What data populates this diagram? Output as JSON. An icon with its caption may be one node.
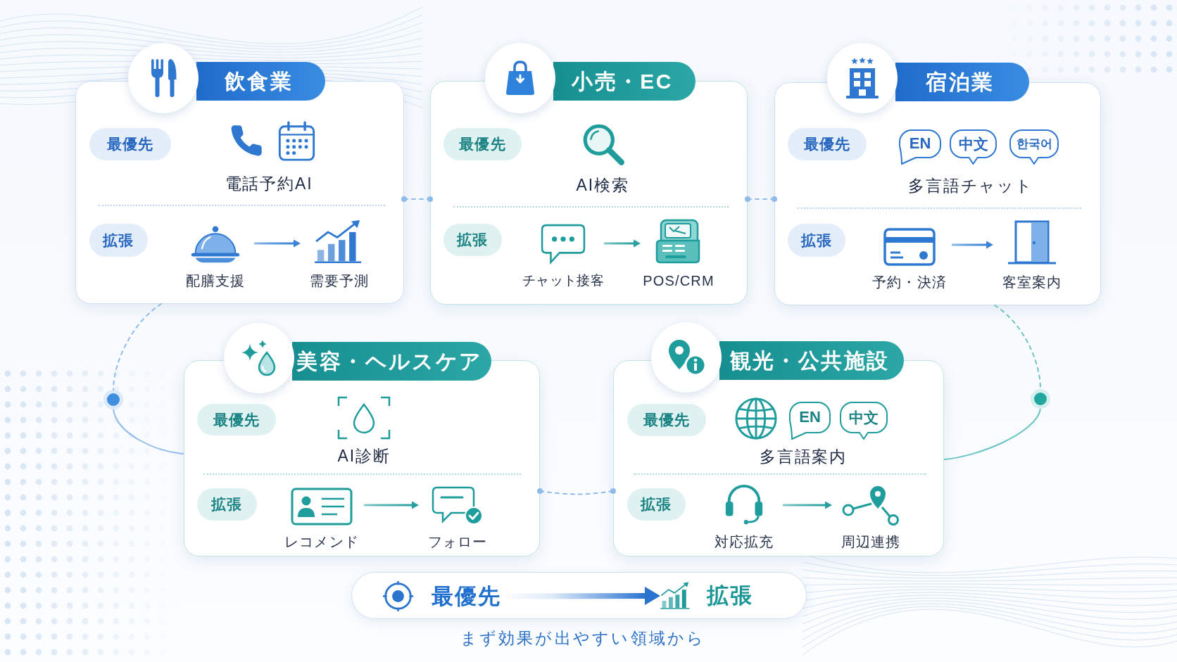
{
  "diagram": {
    "nodes": [
      {
        "text": [
          "飲食業",
          "電話予約AI"
        ]
      },
      {
        "text": [
          "最優先"
        ],
        "in": 0
      },
      {
        "text": [
          "拡張"
        ],
        "in": 0
      },
      {
        "text": [
          "配膳支援"
        ],
        "in": 0
      },
      {
        "text": [
          "需要予測"
        ],
        "in": 0
      },
      {
        "text": [
          "小売・EC",
          "AI検索"
        ]
      },
      {
        "text": [
          "最優先"
        ],
        "in": 5
      },
      {
        "text": [
          "拡張"
        ],
        "in": 5
      },
      {
        "text": [
          "チャット接客"
        ],
        "in": 5
      },
      {
        "text": [
          "POS/CRM"
        ],
        "in": 5
      },
      {
        "text": [
          "宿泊業",
          "多言語チャット"
        ]
      },
      {
        "text": [
          "最優先"
        ],
        "in": 10
      },
      {
        "text": [
          "EN"
        ],
        "in": 10
      },
      {
        "text": [
          "中文"
        ],
        "in": 10
      },
      {
        "text": [
          "한국어"
        ],
        "in": 10
      },
      {
        "text": [
          "拡張"
        ],
        "in": 10
      },
      {
        "text": [
          "予約・決済"
        ],
        "in": 10
      },
      {
        "text": [
          "客室案内"
        ],
        "in": 10
      },
      {
        "text": [
          "美容・ヘルスケア",
          "AI診断"
        ]
      },
      {
        "text": [
          "最優先"
        ],
        "in": 18
      },
      {
        "text": [
          "拡張"
        ],
        "in": 18
      },
      {
        "text": [
          "レコメンド"
        ],
        "in": 18
      },
      {
        "text": [
          "フォロー"
        ],
        "in": 18
      },
      {
        "text": [
          "観光・公共施設",
          "多言語案内"
        ]
      },
      {
        "text": [
          "最優先"
        ],
        "in": 23
      },
      {
        "text": [
          "EN"
        ],
        "in": 23
      },
      {
        "text": [
          "中文"
        ],
        "in": 23
      },
      {
        "text": [
          "拡張"
        ],
        "in": 23
      },
      {
        "text": [
          "対応拡充"
        ],
        "in": 23
      },
      {
        "text": [
          "周辺連携"
        ],
        "in": 23
      },
      {
        "text": [],
        "shape": "circle"
      },
      {
        "text": [],
        "shape": "circle"
      },
      {
        "text": [],
        "shape": "pill"
      },
      {
        "text": [
          "最優先"
        ],
        "in": 32
      },
      {
        "text": [
          "拡張"
        ],
        "in": 32
      }
    ],
    "edges": [
      {
        "from": 3,
        "to": 4,
        "arrow": "to",
        "color": "#3a83d6"
      },
      {
        "from": 8,
        "to": 9,
        "arrow": "to",
        "color": "#2a9f9f"
      },
      {
        "from": 16,
        "to": 17,
        "arrow": "to",
        "color": "#3a83d6"
      },
      {
        "from": 21,
        "to": 22,
        "arrow": "to",
        "color": "#2a9f9f"
      },
      {
        "from": 28,
        "to": 29,
        "arrow": "to",
        "color": "#2a9f9f"
      },
      {
        "from": 0,
        "to": 5,
        "arrow": "other",
        "style": "dashed"
      },
      {
        "from": 5,
        "to": 10,
        "arrow": "other",
        "style": "dashed"
      },
      {
        "from": 18,
        "to": 23,
        "arrow": "other",
        "style": "dashed"
      },
      {
        "from": 0,
        "to": 30,
        "arrow": "none",
        "style": "dashed"
      },
      {
        "from": 30,
        "to": 18,
        "arrow": "none"
      },
      {
        "from": 10,
        "to": 31,
        "arrow": "none",
        "style": "dashed",
        "color": "#6cc3c3"
      },
      {
        "from": 31,
        "to": 23,
        "arrow": "none",
        "color": "#6cc3c3"
      },
      {
        "from": 33,
        "to": 34,
        "arrow": "to",
        "style": "thick",
        "color": "#2a74d0"
      }
    ],
    "caption": "まず効果が出やすい領域から"
  }
}
